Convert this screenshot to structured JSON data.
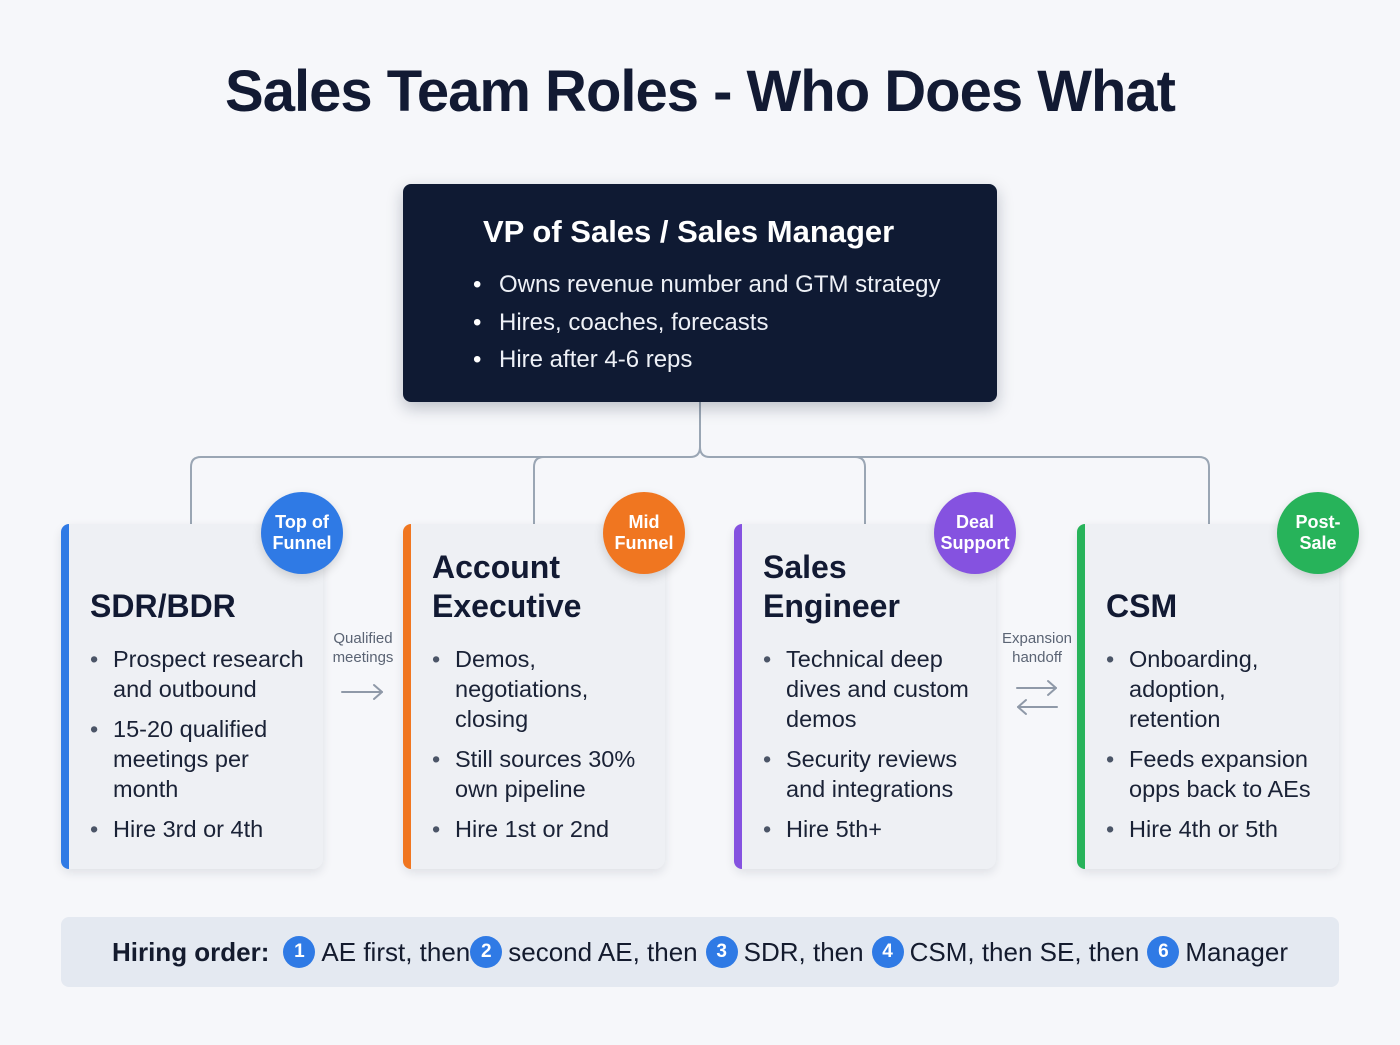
{
  "title": "Sales Team Roles - Who Does What",
  "manager": {
    "title": "VP of Sales / Sales Manager",
    "bullets": [
      "Owns revenue number and GTM strategy",
      "Hires, coaches, forecasts",
      "Hire after 4-6 reps"
    ],
    "color": "#0f1a33"
  },
  "roles": [
    {
      "title": "SDR/BDR",
      "badge": "Top of Funnel",
      "color": "#2f7ae5",
      "bullets": [
        "Prospect research and outbound",
        "15-20 qualified meetings per month",
        "Hire 3rd or 4th"
      ]
    },
    {
      "title": "Account Executive",
      "badge": "Mid Funnel",
      "color": "#f07620",
      "bullets": [
        "Demos, negotiations, closing",
        "Still sources 30% own pipeline",
        "Hire 1st or 2nd"
      ]
    },
    {
      "title": "Sales Engineer",
      "badge": "Deal Support",
      "color": "#8552e0",
      "bullets": [
        "Technical deep dives and custom demos",
        "Security reviews and integrations",
        "Hire 5th+"
      ]
    },
    {
      "title": "CSM",
      "badge": "Post-Sale",
      "color": "#27b35a",
      "bullets": [
        "Onboarding, adoption, retention",
        "Feeds expansion opps back to AEs",
        "Hire 4th or 5th"
      ]
    }
  ],
  "flows": [
    {
      "label": "Qualified meetings",
      "direction": "right",
      "from": "SDR/BDR",
      "to": "Account Executive"
    },
    {
      "label": "Expansion handoff",
      "direction": "bidirectional",
      "from": "Sales Engineer",
      "to": "CSM"
    }
  ],
  "hiring_order": {
    "label": "Hiring order:",
    "steps": [
      {
        "num": "1",
        "text": "AE first, then"
      },
      {
        "num": "2",
        "text": "second AE, then"
      },
      {
        "num": "3",
        "text": "SDR, then"
      },
      {
        "num": "4",
        "text": "CSM, then SE, then"
      },
      {
        "num": "6",
        "text": "Manager"
      }
    ]
  }
}
